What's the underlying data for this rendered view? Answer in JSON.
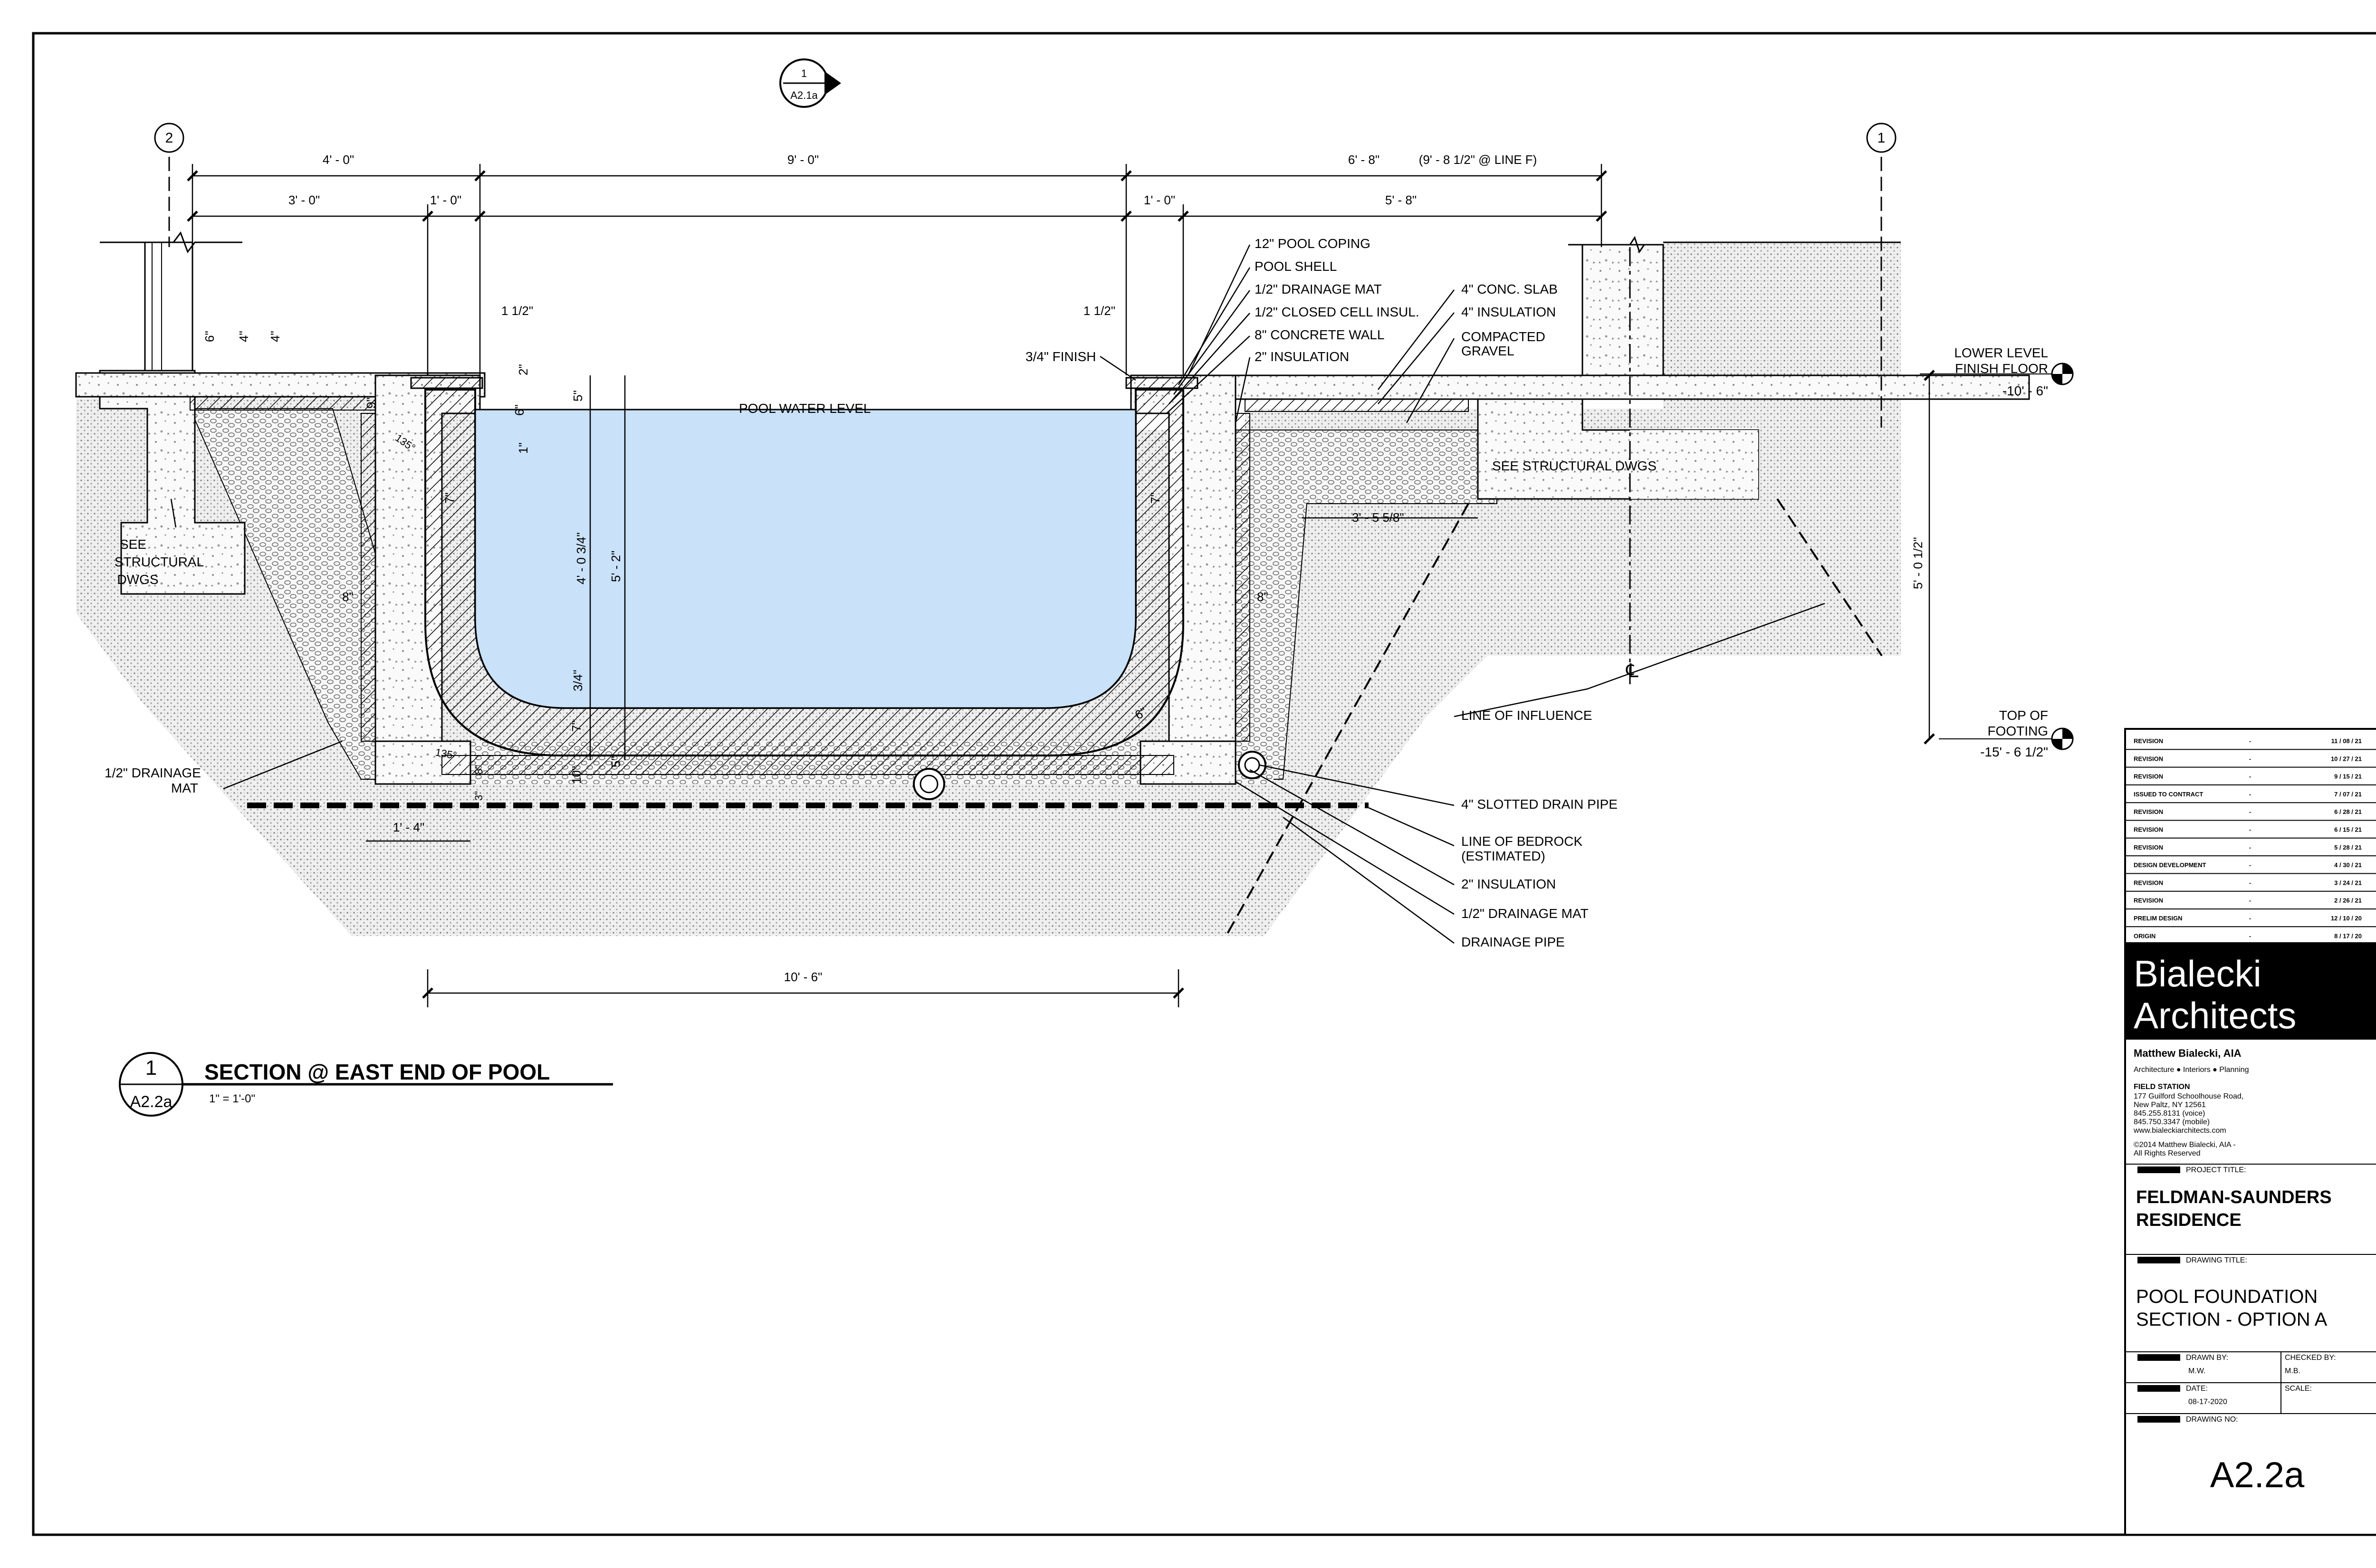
{
  "colors": {
    "water": "#c9e1f9",
    "earth": "#f4f4f4",
    "ink": "#000000",
    "firm_block": "#000000"
  },
  "grid": {
    "left": "2",
    "right": "1"
  },
  "section_marker": {
    "number": "1",
    "sheet": "A2.1a"
  },
  "dims": {
    "d_4_0": "4' - 0\"",
    "d_9_0": "9' - 0\"",
    "d_6_8": "6' - 8\"",
    "d_line_f": "(9' - 8 1/2\" @ LINE F)",
    "d_3_0": "3' - 0\"",
    "d_1_0_left": "1' - 0\"",
    "d_1_0_right": "1' - 0\"",
    "d_5_8": "5' - 8\"",
    "d_1_1_2_left": "1 1/2\"",
    "d_1_1_2_right": "1 1/2\"",
    "d_6_a": "6\"",
    "d_4_a": "4\"",
    "d_4_b": "4\"",
    "d_9": "9\"",
    "d_2": "2\"",
    "d_5": "5\"",
    "d_6_b": "6\"",
    "d_1": "1\"",
    "d_135_top": "135°",
    "d_7_left": "7\"",
    "d_7_right": "7\"",
    "d_4_0_3_4": "4' - 0 3/4\"",
    "d_5_2": "5' - 2\"",
    "d_8_left": "8\"",
    "d_8_right": "8\"",
    "d_3_4": "3/4\"",
    "d_7_bottom": "7\"",
    "d_10": "10\"",
    "d_5_bottom": "5\"",
    "d_6_bottom": "6\"",
    "d_135_bottom": "135°",
    "d_8_small": "8\"",
    "d_3_small": "3\"",
    "d_1_4": "1' - 4\"",
    "d_10_6": "10' - 6\"",
    "d_3_5_5_8": "3' - 5 5/8\"",
    "d_5_0_1_2": "5' - 0 1/2\""
  },
  "labels": {
    "pool_water_level": "POOL WATER LEVEL",
    "see_structural_left": [
      "SEE",
      "STRUCTURAL",
      "DWGS"
    ],
    "see_structural_right": "SEE STRUCTURAL DWGS",
    "coping": "12\" POOL COPING",
    "pool_shell": "POOL SHELL",
    "drainage_mat_top": "1/2\" DRAINAGE MAT",
    "closed_cell": "1/2\" CLOSED CELL INSUL.",
    "concrete_wall": "8\" CONCRETE WALL",
    "insulation_2_top": "2\" INSULATION",
    "finish": "3/4\" FINISH",
    "conc_slab": "4\" CONC. SLAB",
    "insulation_4": "4\" INSULATION",
    "compacted_gravel": [
      "COMPACTED",
      "GRAVEL"
    ],
    "lower_level": [
      "LOWER LEVEL",
      "FINISH FLOOR"
    ],
    "lower_level_elev": "-10' - 6\"",
    "top_of_footing": [
      "TOP OF",
      "FOOTING"
    ],
    "top_of_footing_elev": "-15' - 6 1/2\"",
    "line_of_influence": "LINE OF INFLUENCE",
    "drainage_mat_left": [
      "1/2\" DRAINAGE",
      "MAT"
    ],
    "slotted_drain": "4\" SLOTTED DRAIN PIPE",
    "bedrock": [
      "LINE OF BEDROCK",
      "(ESTIMATED)"
    ],
    "insulation_2_bottom": "2\" INSULATION",
    "drainage_mat_bottom": "1/2\" DRAINAGE MAT",
    "drainage_pipe": "DRAINAGE PIPE",
    "centerline": "℄"
  },
  "drawing_title": {
    "number": "1",
    "sheet": "A2.2a",
    "title": "SECTION @ EAST END OF POOL",
    "scale": "1\" = 1'-0\""
  },
  "revisions": [
    {
      "label": "REVISION",
      "mark": "-",
      "date": "11 / 08 / 21"
    },
    {
      "label": "REVISION",
      "mark": "-",
      "date": "10 / 27 / 21"
    },
    {
      "label": "REVISION",
      "mark": "-",
      "date": "9 / 15 / 21"
    },
    {
      "label": "ISSUED TO CONTRACT",
      "mark": "-",
      "date": "7 / 07 / 21"
    },
    {
      "label": "REVISION",
      "mark": "-",
      "date": "6 / 28 / 21"
    },
    {
      "label": "REVISION",
      "mark": "-",
      "date": "6 / 15 / 21"
    },
    {
      "label": "REVISION",
      "mark": "-",
      "date": "5 / 28 / 21"
    },
    {
      "label": "DESIGN DEVELOPMENT",
      "mark": "-",
      "date": "4 / 30 / 21"
    },
    {
      "label": "REVISION",
      "mark": "-",
      "date": "3 / 24 / 21"
    },
    {
      "label": "REVISION",
      "mark": "-",
      "date": "2 / 26 / 21"
    },
    {
      "label": "PRELIM DESIGN",
      "mark": "-",
      "date": "12 / 10 / 20"
    },
    {
      "label": "ORIGIN",
      "mark": "-",
      "date": "8 / 17 / 20"
    }
  ],
  "firm": {
    "name_line1": "Bialecki",
    "name_line2": "Architects",
    "principal": "Matthew Bialecki, AIA",
    "services": "Architecture ● Interiors ● Planning",
    "office": "FIELD STATION",
    "address": [
      "177 Guilford Schoolhouse Road,",
      "New Paltz, NY 12561",
      "845.255.8131 (voice)",
      "845.750.3347 (mobile)",
      "www.bialeckiarchitects.com"
    ],
    "copyright": [
      "©2014 Matthew Bialecki, AIA -",
      "All Rights Reserved"
    ]
  },
  "project": {
    "label": "PROJECT TITLE:",
    "title": [
      "FELDMAN-SAUNDERS",
      "RESIDENCE"
    ]
  },
  "drawing": {
    "label": "DRAWING TITLE:",
    "title": [
      "POOL FOUNDATION",
      "SECTION - OPTION A"
    ]
  },
  "meta": {
    "drawn_by_label": "DRAWN BY:",
    "drawn_by": "M.W.",
    "checked_by_label": "CHECKED BY:",
    "checked_by": "M.B.",
    "date_label": "DATE:",
    "date": "08-17-2020",
    "scale_label": "SCALE:",
    "scale": "",
    "drawing_no_label": "DRAWING NO:",
    "drawing_no": "A2.2a"
  }
}
